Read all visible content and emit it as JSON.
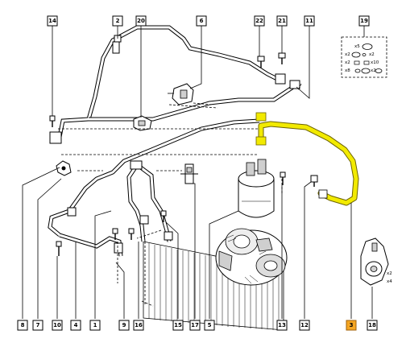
{
  "callouts": [
    {
      "id": "c14",
      "label": "14"
    },
    {
      "id": "c2",
      "label": "2"
    },
    {
      "id": "c20",
      "label": "20"
    },
    {
      "id": "c6",
      "label": "6"
    },
    {
      "id": "c22",
      "label": "22"
    },
    {
      "id": "c21",
      "label": "21"
    },
    {
      "id": "c11",
      "label": "11"
    },
    {
      "id": "c19",
      "label": "19"
    },
    {
      "id": "c8",
      "label": "8"
    },
    {
      "id": "c7",
      "label": "7"
    },
    {
      "id": "c10",
      "label": "10"
    },
    {
      "id": "c4",
      "label": "4"
    },
    {
      "id": "c1",
      "label": "1"
    },
    {
      "id": "c9",
      "label": "9"
    },
    {
      "id": "c16",
      "label": "16"
    },
    {
      "id": "c15",
      "label": "15"
    },
    {
      "id": "c17",
      "label": "17"
    },
    {
      "id": "c5",
      "label": "5"
    },
    {
      "id": "c13",
      "label": "13"
    },
    {
      "id": "c12",
      "label": "12"
    },
    {
      "id": "c3",
      "label": "3",
      "highlighted": true
    },
    {
      "id": "c18",
      "label": "18"
    }
  ],
  "kit_19": {
    "rows": [
      {
        "left": "x5",
        "right": ""
      },
      {
        "left": "x2",
        "right": "x2"
      },
      {
        "left": "x2",
        "right": "x10"
      },
      {
        "left": "x8",
        "right": "x2"
      }
    ]
  },
  "colors": {
    "highlight_hose": "#f2ea00",
    "highlight_callout": "#f5a623",
    "line": "#000000"
  }
}
